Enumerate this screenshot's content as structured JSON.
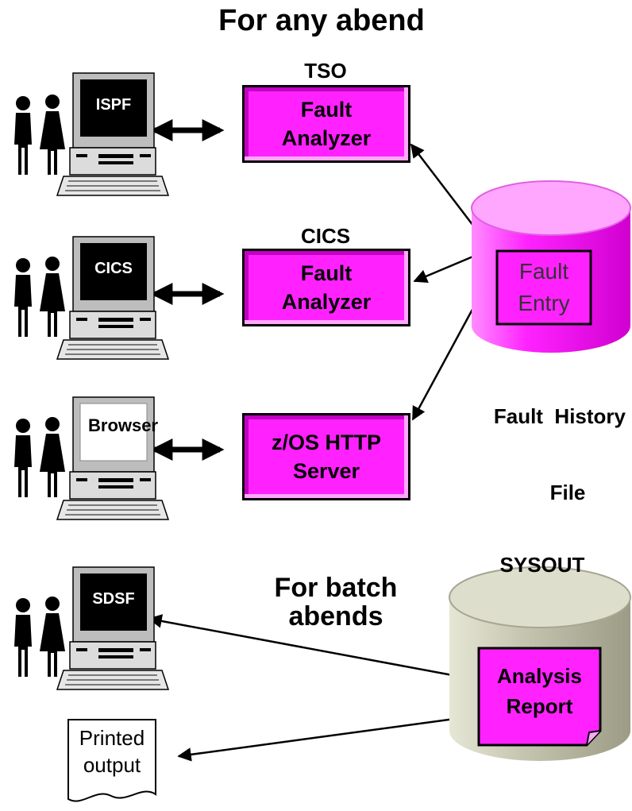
{
  "title": "For any abend",
  "batch_title": [
    "For batch",
    "abends"
  ],
  "colors": {
    "magenta_fill": "#ff22ff",
    "magenta_dark": "#c200c2",
    "sysout_fill": "#c6c6b0",
    "sysout_dark": "#8c8c78",
    "fault_entry_text": "#333333",
    "report_fill": "#ff22ff"
  },
  "terminals": [
    {
      "id": "ispf",
      "screen_label": "ISPF",
      "screen_style": "dark"
    },
    {
      "id": "cics",
      "screen_label": "CICS",
      "screen_style": "dark"
    },
    {
      "id": "browser",
      "screen_label": "Browser",
      "screen_style": "light"
    },
    {
      "id": "sdsf",
      "screen_label": "SDSF",
      "screen_style": "dark"
    }
  ],
  "servers": [
    {
      "id": "tso",
      "header": "TSO",
      "lines": [
        "Fault",
        "Analyzer"
      ]
    },
    {
      "id": "cics",
      "header": "CICS",
      "lines": [
        "Fault",
        "Analyzer"
      ]
    },
    {
      "id": "http",
      "header": "",
      "lines": [
        "z/OS HTTP",
        "Server"
      ]
    }
  ],
  "fault_history": {
    "entry_lines": [
      "Fault",
      "Entry"
    ],
    "caption_lines": [
      "Fault  History",
      "File"
    ]
  },
  "sysout": {
    "header": "SYSOUT",
    "report_lines": [
      "Analysis",
      "Report"
    ]
  },
  "printed_output": [
    "Printed",
    "output"
  ]
}
